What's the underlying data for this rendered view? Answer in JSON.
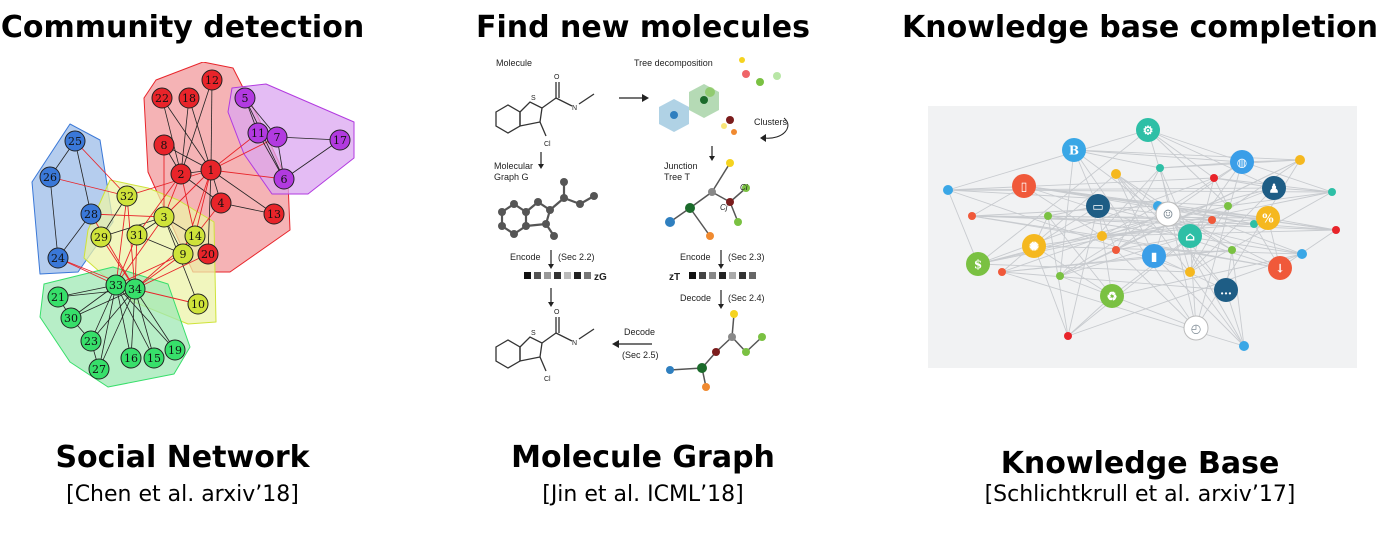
{
  "panels": {
    "social": {
      "heading": "Community detection",
      "caption": "Social Network",
      "citation": "[Chen et al. arxiv’18]"
    },
    "molecule": {
      "heading": "Find new molecules",
      "caption": "Molecule Graph",
      "citation": "[Jin et al. ICML’18]",
      "labels": {
        "molecule": "Molecule",
        "tree_decomposition": "Tree decomposition",
        "clusters": "Clusters",
        "molecular_graph": "Molecular",
        "graph_g": "Graph G",
        "junction": "Junction",
        "tree_t": "Tree T",
        "encode_g": "Encode",
        "encode_g_sec": "(Sec 2.2)",
        "encode_t": "Encode",
        "encode_t_sec": "(Sec 2.3)",
        "decode_t": "Decode",
        "decode_t_sec": "(Sec 2.4)",
        "decode": "Decode",
        "decode_sec": "(Sec 2.5)",
        "zg": "zG",
        "zt": "zT",
        "ci": "Ci",
        "cj": "Cj",
        "s": "S",
        "cl": "Cl",
        "n": "N",
        "o": "O"
      }
    },
    "kb": {
      "heading": "Knowledge base completion",
      "caption": "Knowledge Base",
      "citation": "[Schlichtkrull et al. arxiv’17]"
    }
  },
  "communities": [
    {
      "name": "blue",
      "color": "#3a78d8",
      "fill": "#9cbce8"
    },
    {
      "name": "red",
      "color": "#e8242a",
      "fill": "#f29a9c"
    },
    {
      "name": "purple",
      "color": "#b23ae0",
      "fill": "#dba6f0"
    },
    {
      "name": "yellow",
      "color": "#cfe33a",
      "fill": "#ecf3a8"
    },
    {
      "name": "green",
      "color": "#37df6a",
      "fill": "#9fe8b4"
    }
  ],
  "network_nodes": [
    {
      "id": "12",
      "c": "red"
    },
    {
      "id": "22",
      "c": "red"
    },
    {
      "id": "18",
      "c": "red"
    },
    {
      "id": "8",
      "c": "red"
    },
    {
      "id": "2",
      "c": "red"
    },
    {
      "id": "1",
      "c": "red"
    },
    {
      "id": "4",
      "c": "red"
    },
    {
      "id": "13",
      "c": "red"
    },
    {
      "id": "20",
      "c": "red"
    },
    {
      "id": "5",
      "c": "purple"
    },
    {
      "id": "11",
      "c": "purple"
    },
    {
      "id": "7",
      "c": "purple"
    },
    {
      "id": "17",
      "c": "purple"
    },
    {
      "id": "6",
      "c": "purple"
    },
    {
      "id": "25",
      "c": "blue"
    },
    {
      "id": "26",
      "c": "blue"
    },
    {
      "id": "28",
      "c": "blue"
    },
    {
      "id": "24",
      "c": "blue"
    },
    {
      "id": "32",
      "c": "yellow"
    },
    {
      "id": "29",
      "c": "yellow"
    },
    {
      "id": "31",
      "c": "yellow"
    },
    {
      "id": "3",
      "c": "yellow"
    },
    {
      "id": "14",
      "c": "yellow"
    },
    {
      "id": "9",
      "c": "yellow"
    },
    {
      "id": "10",
      "c": "yellow"
    },
    {
      "id": "33",
      "c": "green"
    },
    {
      "id": "34",
      "c": "green"
    },
    {
      "id": "21",
      "c": "green"
    },
    {
      "id": "30",
      "c": "green"
    },
    {
      "id": "23",
      "c": "green"
    },
    {
      "id": "27",
      "c": "green"
    },
    {
      "id": "16",
      "c": "green"
    },
    {
      "id": "15",
      "c": "green"
    },
    {
      "id": "19",
      "c": "green"
    }
  ],
  "network_edges": [
    [
      "12",
      "1"
    ],
    [
      "22",
      "1"
    ],
    [
      "18",
      "1"
    ],
    [
      "8",
      "1"
    ],
    [
      "2",
      "1"
    ],
    [
      "8",
      "2"
    ],
    [
      "22",
      "2"
    ],
    [
      "18",
      "2"
    ],
    [
      "12",
      "2"
    ],
    [
      "1",
      "4"
    ],
    [
      "2",
      "4"
    ],
    [
      "4",
      "13"
    ],
    [
      "1",
      "13"
    ],
    [
      "1",
      "20"
    ],
    [
      "4",
      "14"
    ],
    [
      "2",
      "3"
    ],
    [
      "1",
      "3"
    ],
    [
      "8",
      "3"
    ],
    [
      "1",
      "9"
    ],
    [
      "1",
      "14"
    ],
    [
      "1",
      "32"
    ],
    [
      "1",
      "11"
    ],
    [
      "1",
      "7"
    ],
    [
      "1",
      "6"
    ],
    [
      "5",
      "7"
    ],
    [
      "5",
      "11"
    ],
    [
      "11",
      "7"
    ],
    [
      "7",
      "17"
    ],
    [
      "7",
      "6"
    ],
    [
      "11",
      "6"
    ],
    [
      "17",
      "6"
    ],
    [
      "5",
      "6"
    ],
    [
      "25",
      "26"
    ],
    [
      "25",
      "28"
    ],
    [
      "26",
      "24"
    ],
    [
      "28",
      "24"
    ],
    [
      "26",
      "32"
    ],
    [
      "25",
      "32"
    ],
    [
      "28",
      "3"
    ],
    [
      "24",
      "33"
    ],
    [
      "24",
      "34"
    ],
    [
      "28",
      "34"
    ],
    [
      "32",
      "33"
    ],
    [
      "32",
      "34"
    ],
    [
      "32",
      "29"
    ],
    [
      "29",
      "3"
    ],
    [
      "29",
      "34"
    ],
    [
      "31",
      "9"
    ],
    [
      "31",
      "33"
    ],
    [
      "31",
      "34"
    ],
    [
      "3",
      "9"
    ],
    [
      "3",
      "14"
    ],
    [
      "3",
      "10"
    ],
    [
      "3",
      "33"
    ],
    [
      "9",
      "34"
    ],
    [
      "9",
      "33"
    ],
    [
      "14",
      "34"
    ],
    [
      "20",
      "34"
    ],
    [
      "10",
      "34"
    ],
    [
      "2",
      "14"
    ],
    [
      "2",
      "31"
    ],
    [
      "33",
      "21"
    ],
    [
      "33",
      "30"
    ],
    [
      "33",
      "23"
    ],
    [
      "33",
      "27"
    ],
    [
      "33",
      "16"
    ],
    [
      "33",
      "15"
    ],
    [
      "33",
      "19"
    ],
    [
      "34",
      "21"
    ],
    [
      "34",
      "30"
    ],
    [
      "34",
      "23"
    ],
    [
      "34",
      "27"
    ],
    [
      "34",
      "16"
    ],
    [
      "34",
      "15"
    ],
    [
      "34",
      "19"
    ],
    [
      "33",
      "34"
    ],
    [
      "30",
      "23"
    ],
    [
      "30",
      "21"
    ],
    [
      "23",
      "27"
    ],
    [
      "3",
      "31"
    ],
    [
      "14",
      "9"
    ]
  ],
  "kb_icons": [
    {
      "name": "bitcoin-icon",
      "color": "#3aa7e6",
      "glyph": "B"
    },
    {
      "name": "gears-icon",
      "color": "#2ebfa6",
      "glyph": "⚙"
    },
    {
      "name": "mobile-icon",
      "color": "#f0593a",
      "glyph": "▯"
    },
    {
      "name": "laptop-icon",
      "color": "#1e5d85",
      "glyph": "▭"
    },
    {
      "name": "users-icon",
      "color": "#ffffff",
      "glyph": "☺"
    },
    {
      "name": "globe-icon",
      "color": "#3a9ee8",
      "glyph": "◍"
    },
    {
      "name": "user-icon",
      "color": "#1e5d85",
      "glyph": "♟"
    },
    {
      "name": "percent-icon",
      "color": "#f5b81f",
      "glyph": "%"
    },
    {
      "name": "idea-icon",
      "color": "#f5b81f",
      "glyph": "✺"
    },
    {
      "name": "chart-icon",
      "color": "#3a9ee8",
      "glyph": "▮"
    },
    {
      "name": "home-icon",
      "color": "#2ebfa6",
      "glyph": "⌂"
    },
    {
      "name": "dollar-icon",
      "color": "#7ac142",
      "glyph": "$"
    },
    {
      "name": "download-icon",
      "color": "#f0593a",
      "glyph": "↓"
    },
    {
      "name": "recycle-icon",
      "color": "#7ac142",
      "glyph": "♻"
    },
    {
      "name": "chat-icon",
      "color": "#1e5d85",
      "glyph": "…"
    },
    {
      "name": "clock-icon",
      "color": "#ffffff",
      "glyph": "◴"
    }
  ]
}
